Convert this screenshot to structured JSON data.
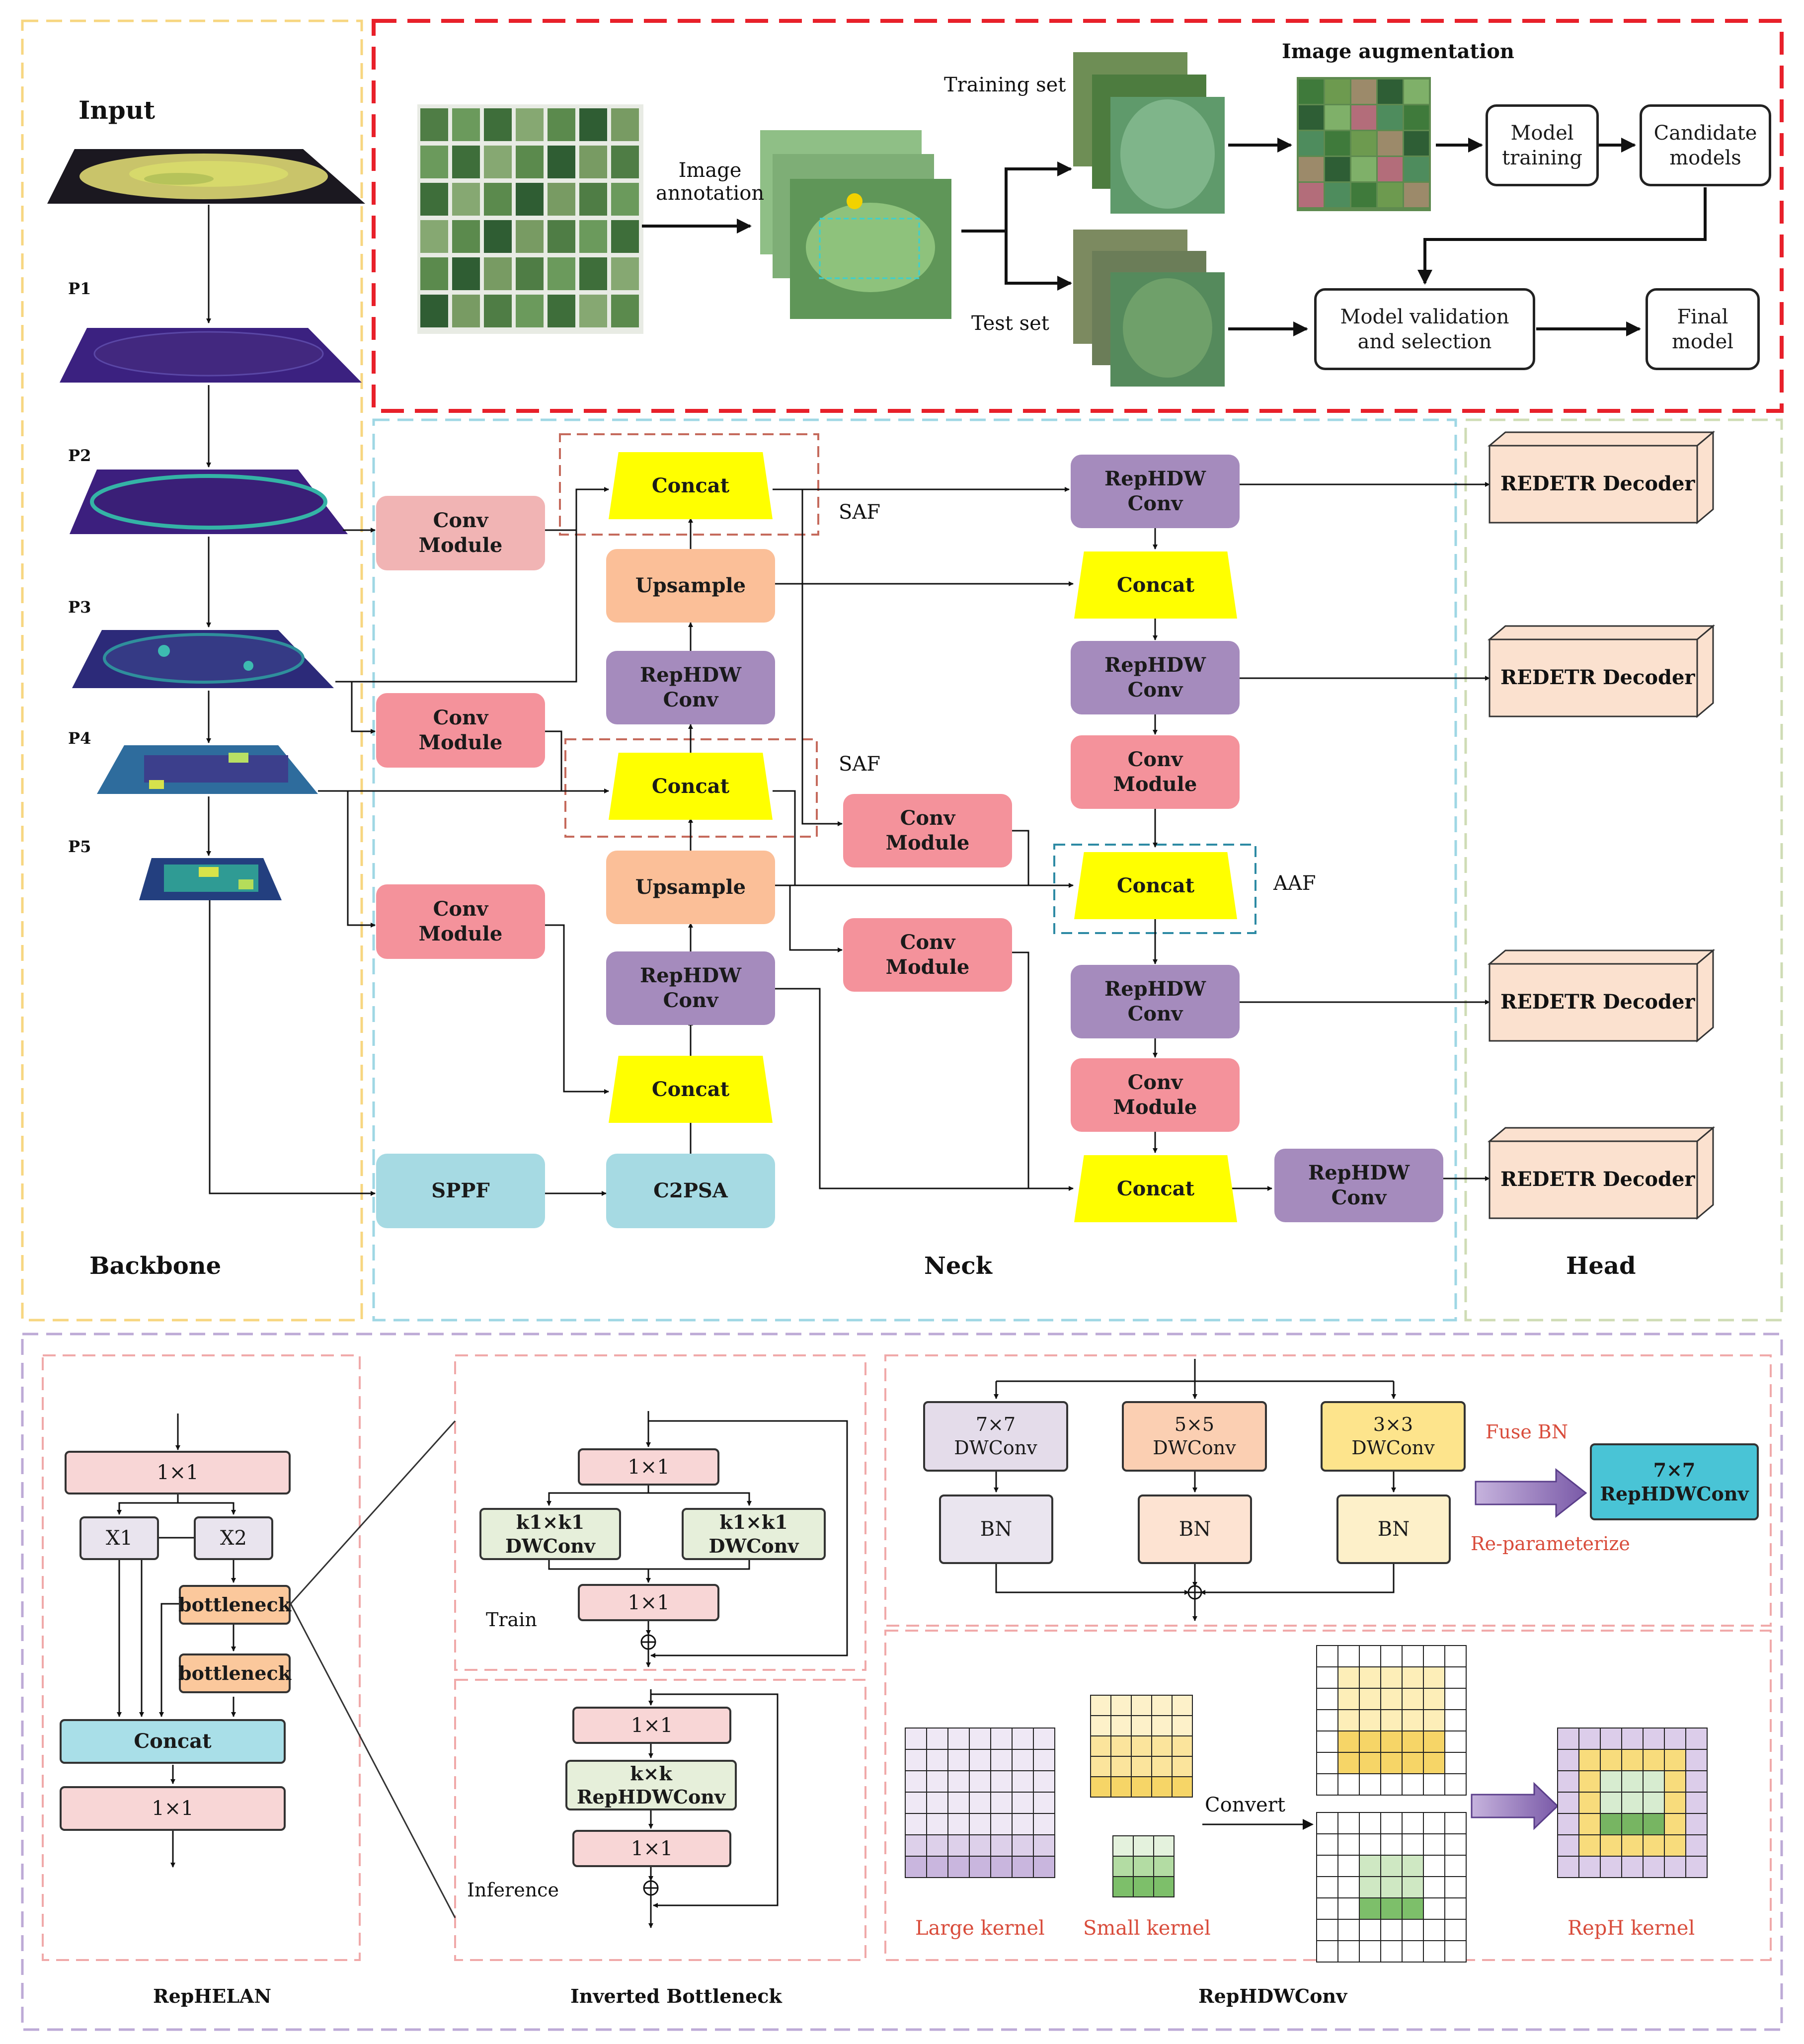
{
  "pipeline": {
    "image_annotation": "Image\nannotation",
    "training_set": "Training set",
    "test_set": "Test set",
    "image_augmentation": "Image augmentation",
    "model_training": "Model\ntraining",
    "candidate_models": "Candidate\nmodels",
    "model_validation": "Model validation\nand selection",
    "final_model": "Final\nmodel"
  },
  "backbone": {
    "title": "Backbone",
    "input": "Input",
    "levels": [
      "P1",
      "P2",
      "P3",
      "P4",
      "P5"
    ]
  },
  "neck": {
    "title": "Neck",
    "conv_module": "Conv\nModule",
    "concat": "Concat",
    "upsample": "Upsample",
    "rephdw": "RepHDW\nConv",
    "sppf": "SPPF",
    "c2psa": "C2PSA",
    "saf": "SAF",
    "aaf": "AAF"
  },
  "head": {
    "title": "Head",
    "decoder": "REDETR Decoder"
  },
  "rephelan": {
    "caption": "RepHELAN",
    "one_by_one": "1×1",
    "x1": "X1",
    "x2": "X2",
    "bottleneck": "bottleneck",
    "concat": "Concat"
  },
  "inverted_bottleneck": {
    "caption": "Inverted Bottleneck",
    "one_by_one": "1×1",
    "k1_dwconv": "k1×k1\nDWConv",
    "train": "Train",
    "inference": "Inference",
    "kxk_rep": "k×k\nRepHDWConv"
  },
  "rephdwconv": {
    "caption": "RepHDWConv",
    "dw7": "7×7\nDWConv",
    "dw5": "5×5\nDWConv",
    "dw3": "3×3\nDWConv",
    "bn": "BN",
    "fuse_bn": "Fuse BN",
    "reparameterize": "Re-parameterize",
    "rep7": "7×7\nRepHDWConv",
    "convert": "Convert",
    "large_kernel": "Large kernel",
    "small_kernel": "Small kernel",
    "reph_kernel": "RepH kernel"
  },
  "colors": {
    "conv_module": "#f4929b",
    "rephdw": "#a58bbd",
    "concat": "#ffff00",
    "upsample": "#fbbf98",
    "sppf": "#a6dae3",
    "decoder": "#fbe1cf",
    "red_dashed": "#e8202a",
    "caption_red": "#d94c3b"
  }
}
